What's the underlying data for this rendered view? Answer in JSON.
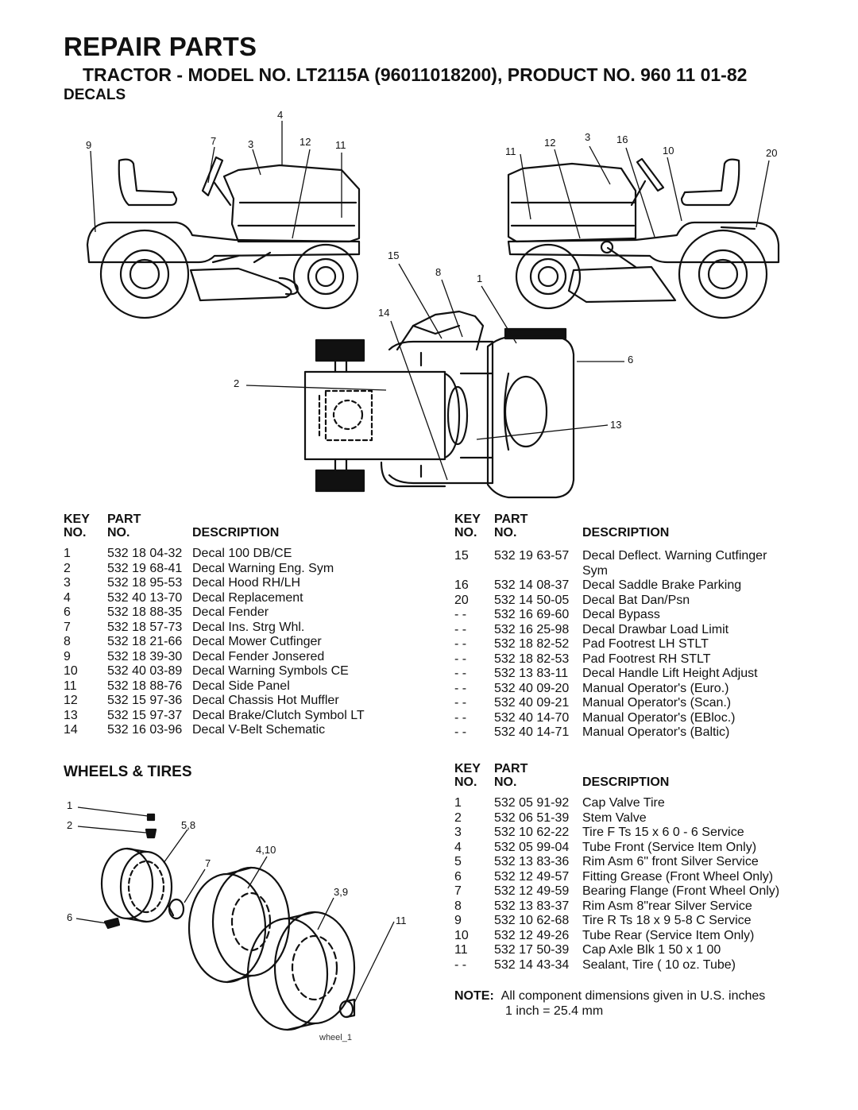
{
  "title": "REPAIR PARTS",
  "subtitle": "TRACTOR - MODEL NO. LT2115A (96011018200), PRODUCT NO. 960 11 01-82",
  "decals": {
    "section_title": "DECALS",
    "callouts": [
      "4",
      "9",
      "7",
      "3",
      "12",
      "11",
      "11",
      "12",
      "3",
      "16",
      "10",
      "20",
      "15",
      "8",
      "1",
      "14",
      "6",
      "2",
      "13"
    ],
    "headers": {
      "key1": "KEY",
      "key2": "NO.",
      "part1": "PART",
      "part2": "NO.",
      "desc": "DESCRIPTION"
    },
    "left_rows": [
      {
        "key": "1",
        "part": "532 18 04-32",
        "desc": "Decal 100 DB/CE"
      },
      {
        "key": "2",
        "part": "532 19 68-41",
        "desc": "Decal Warning Eng. Sym"
      },
      {
        "key": "3",
        "part": "532 18 95-53",
        "desc": "Decal Hood RH/LH"
      },
      {
        "key": "4",
        "part": "532 40 13-70",
        "desc": "Decal Replacement"
      },
      {
        "key": "6",
        "part": "532 18 88-35",
        "desc": "Decal Fender"
      },
      {
        "key": "7",
        "part": "532 18 57-73",
        "desc": "Decal Ins. Strg Whl."
      },
      {
        "key": "8",
        "part": "532 18 21-66",
        "desc": "Decal Mower Cutfinger"
      },
      {
        "key": "9",
        "part": "532 18 39-30",
        "desc": "Decal Fender Jonsered"
      },
      {
        "key": "10",
        "part": "532 40 03-89",
        "desc": "Decal Warning Symbols CE"
      },
      {
        "key": "11",
        "part": "532 18 88-76",
        "desc": "Decal Side Panel"
      },
      {
        "key": "12",
        "part": "532 15 97-36",
        "desc": "Decal Chassis Hot Muffler"
      },
      {
        "key": "13",
        "part": "532 15 97-37",
        "desc": "Decal Brake/Clutch Symbol LT"
      },
      {
        "key": "14",
        "part": "532 16 03-96",
        "desc": "Decal V-Belt  Schematic"
      }
    ],
    "right_rows": [
      {
        "key": "15",
        "part": "532 19 63-57",
        "desc": "Decal Deflect. Warning Cutfinger"
      },
      {
        "key": "",
        "part": "",
        "desc": "Sym"
      },
      {
        "key": "16",
        "part": "532 14 08-37",
        "desc": "Decal Saddle Brake Parking"
      },
      {
        "key": "20",
        "part": "532 14 50-05",
        "desc": "Decal Bat Dan/Psn"
      },
      {
        "key": "- -",
        "part": "532 16 69-60",
        "desc": "Decal Bypass"
      },
      {
        "key": "- -",
        "part": "532 16 25-98",
        "desc": "Decal Drawbar Load Limit"
      },
      {
        "key": "- -",
        "part": "532 18 82-52",
        "desc": "Pad Footrest LH STLT"
      },
      {
        "key": "- -",
        "part": "532 18 82-53",
        "desc": "Pad Footrest RH STLT"
      },
      {
        "key": "- -",
        "part": "532 13 83-11",
        "desc": "Decal Handle Lift Height Adjust"
      },
      {
        "key": "- -",
        "part": "532 40 09-20",
        "desc": "Manual Operator's (Euro.)"
      },
      {
        "key": "- -",
        "part": "532 40 09-21",
        "desc": "Manual Operator's (Scan.)"
      },
      {
        "key": "- -",
        "part": "532 40 14-70",
        "desc": "Manual Operator's (EBloc.)"
      },
      {
        "key": "- -",
        "part": "532 40 14-71",
        "desc": "Manual Operator's (Baltic)"
      }
    ]
  },
  "wheels": {
    "section_title": "WHEELS & TIRES",
    "callouts": [
      "1",
      "2",
      "5,8",
      "4,10",
      "7",
      "3,9",
      "6",
      "11"
    ],
    "caption": "wheel_1",
    "rows": [
      {
        "key": "1",
        "part": "532 05 91-92",
        "desc": "Cap Valve Tire"
      },
      {
        "key": "2",
        "part": "532 06 51-39",
        "desc": "Stem Valve"
      },
      {
        "key": "3",
        "part": "532 10 62-22",
        "desc": "Tire F Ts 15 x 6 0 - 6 Service"
      },
      {
        "key": "4",
        "part": "532 05 99-04",
        "desc": "Tube Front (Service Item Only)"
      },
      {
        "key": "5",
        "part": "532 13 83-36",
        "desc": "Rim Asm 6\" front Silver Service"
      },
      {
        "key": "6",
        "part": "532 12 49-57",
        "desc": "Fitting Grease (Front Wheel Only)"
      },
      {
        "key": "7",
        "part": "532 12 49-59",
        "desc": "Bearing Flange (Front Wheel Only)"
      },
      {
        "key": "8",
        "part": "532 13 83-37",
        "desc": "Rim Asm 8\"rear Silver Service"
      },
      {
        "key": "9",
        "part": "532 10 62-68",
        "desc": "Tire R Ts 18 x 9 5-8 C Service"
      },
      {
        "key": "10",
        "part": "532 12 49-26",
        "desc": "Tube Rear (Service Item Only)"
      },
      {
        "key": "11",
        "part": "532 17 50-39",
        "desc": "Cap Axle Blk 1 50 x 1 00"
      },
      {
        "key": "- -",
        "part": "532 14 43-34",
        "desc": "Sealant, Tire ( 10 oz. Tube)"
      }
    ]
  },
  "note": {
    "label": "NOTE:",
    "line1": "All component dimensions given in U.S. inches",
    "line2": "1 inch = 25.4 mm"
  }
}
